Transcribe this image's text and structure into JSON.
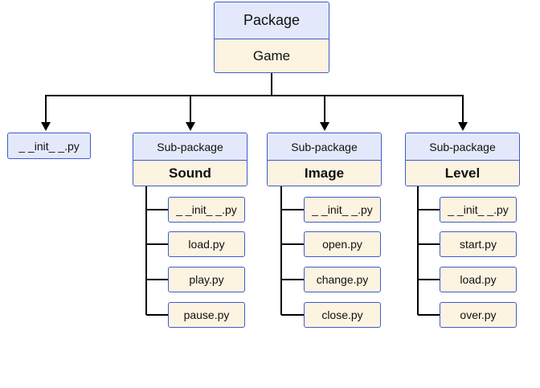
{
  "root": {
    "header": "Package",
    "name": "Game"
  },
  "top_init_file": "_ _init_ _.py",
  "subpackages": [
    {
      "header": "Sub-package",
      "name": "Sound",
      "files": [
        "_ _init_ _.py",
        "load.py",
        "play.py",
        "pause.py"
      ]
    },
    {
      "header": "Sub-package",
      "name": "Image",
      "files": [
        "_ _init_ _.py",
        "open.py",
        "change.py",
        "close.py"
      ]
    },
    {
      "header": "Sub-package",
      "name": "Level",
      "files": [
        "_ _init_ _.py",
        "start.py",
        "load.py",
        "over.py"
      ]
    }
  ],
  "colors": {
    "border": "#3f5bc9",
    "header_fill": "#e3e9fb",
    "body_fill": "#fdf3e1",
    "line": "#000000"
  }
}
